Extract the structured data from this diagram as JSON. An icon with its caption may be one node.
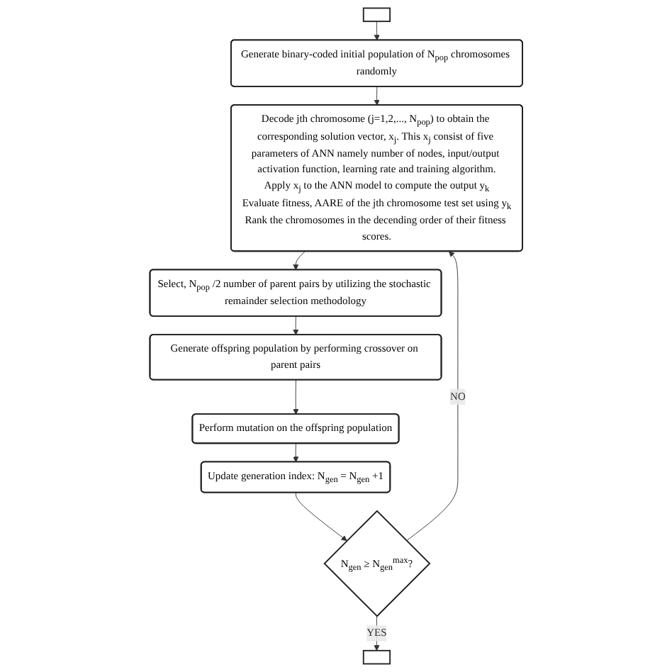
{
  "diagram": {
    "nodes": [
      {
        "text": [],
        "shape": "box"
      },
      {
        "text": [
          "Generate binary-coded initial population of N$_{pop}$ chromosomes randomly"
        ]
      },
      {
        "text": [
          "Decode jth chromosome (j=1,2,..., N$_{pop}$) to obtain the corresponding solution vector, x$_{j}$. This x$_{j}$ consist of five parameters of ANN namely number of nodes, input/output activation function, learning rate and training algorithm.",
          "Apply x$_{j}$ to the ANN model to compute the output y$_{k}$",
          "Evaluate fitness, AARE of the jth chromosome test set using y$_{k}$",
          "Rank the chromosomes in the decending order of their fitness scores."
        ]
      },
      {
        "text": [
          "Select, N$_{pop}$ /2 number of parent pairs by utilizing the stochastic remainder selection methodology"
        ]
      },
      {
        "text": [
          "Generate offspring population by performing crossover on parent pairs"
        ]
      },
      {
        "text": [
          "Perform mutation on the offspring population"
        ]
      },
      {
        "text": [
          "Update generation index: N$_{gen}$ = N$_{gen}$ +1"
        ]
      },
      {
        "text": [
          "N$_{gen}$ ≥ N$_{gen}$$^{max}$?"
        ]
      },
      {
        "text": [],
        "shape": "box"
      }
    ],
    "edges": [
      {
        "from": 0,
        "to": 1,
        "arrow": "to"
      },
      {
        "from": 1,
        "to": 2,
        "arrow": "to"
      },
      {
        "from": 2,
        "to": 3,
        "arrow": "to"
      },
      {
        "from": 3,
        "to": 4,
        "arrow": "to"
      },
      {
        "from": 4,
        "to": 5,
        "arrow": "to"
      },
      {
        "from": 5,
        "to": 6,
        "arrow": "to"
      },
      {
        "from": 6,
        "to": 7,
        "arrow": "to"
      },
      {
        "from": 7,
        "to": 2,
        "arrow": "to",
        "label": "NO"
      },
      {
        "from": 7,
        "to": 8,
        "arrow": "to",
        "label": "YES"
      }
    ]
  }
}
